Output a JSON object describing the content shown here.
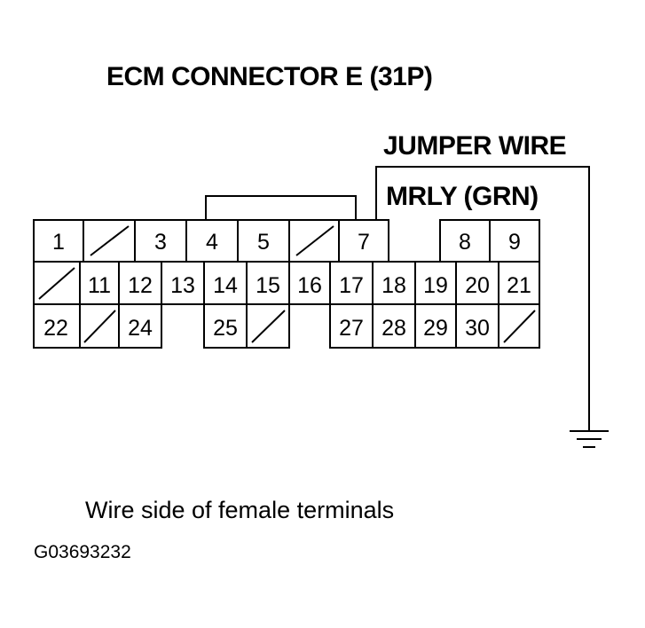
{
  "title": "ECM CONNECTOR E (31P)",
  "jumper_label": "JUMPER WIRE",
  "mrly_label": "MRLY (GRN)",
  "caption": "Wire side of female terminals",
  "figure_id": "G03693232",
  "connector": {
    "row1": [
      "1",
      "",
      "3",
      "4",
      "5",
      "",
      "7",
      "",
      "8",
      "9"
    ],
    "row2": [
      "",
      "11",
      "12",
      "13",
      "14",
      "15",
      "16",
      "17",
      "18",
      "19",
      "20",
      "21"
    ],
    "row3": [
      "22",
      "",
      "24",
      "25",
      "",
      "27",
      "28",
      "29",
      "30",
      ""
    ]
  },
  "ground_icon": "ground-symbol"
}
